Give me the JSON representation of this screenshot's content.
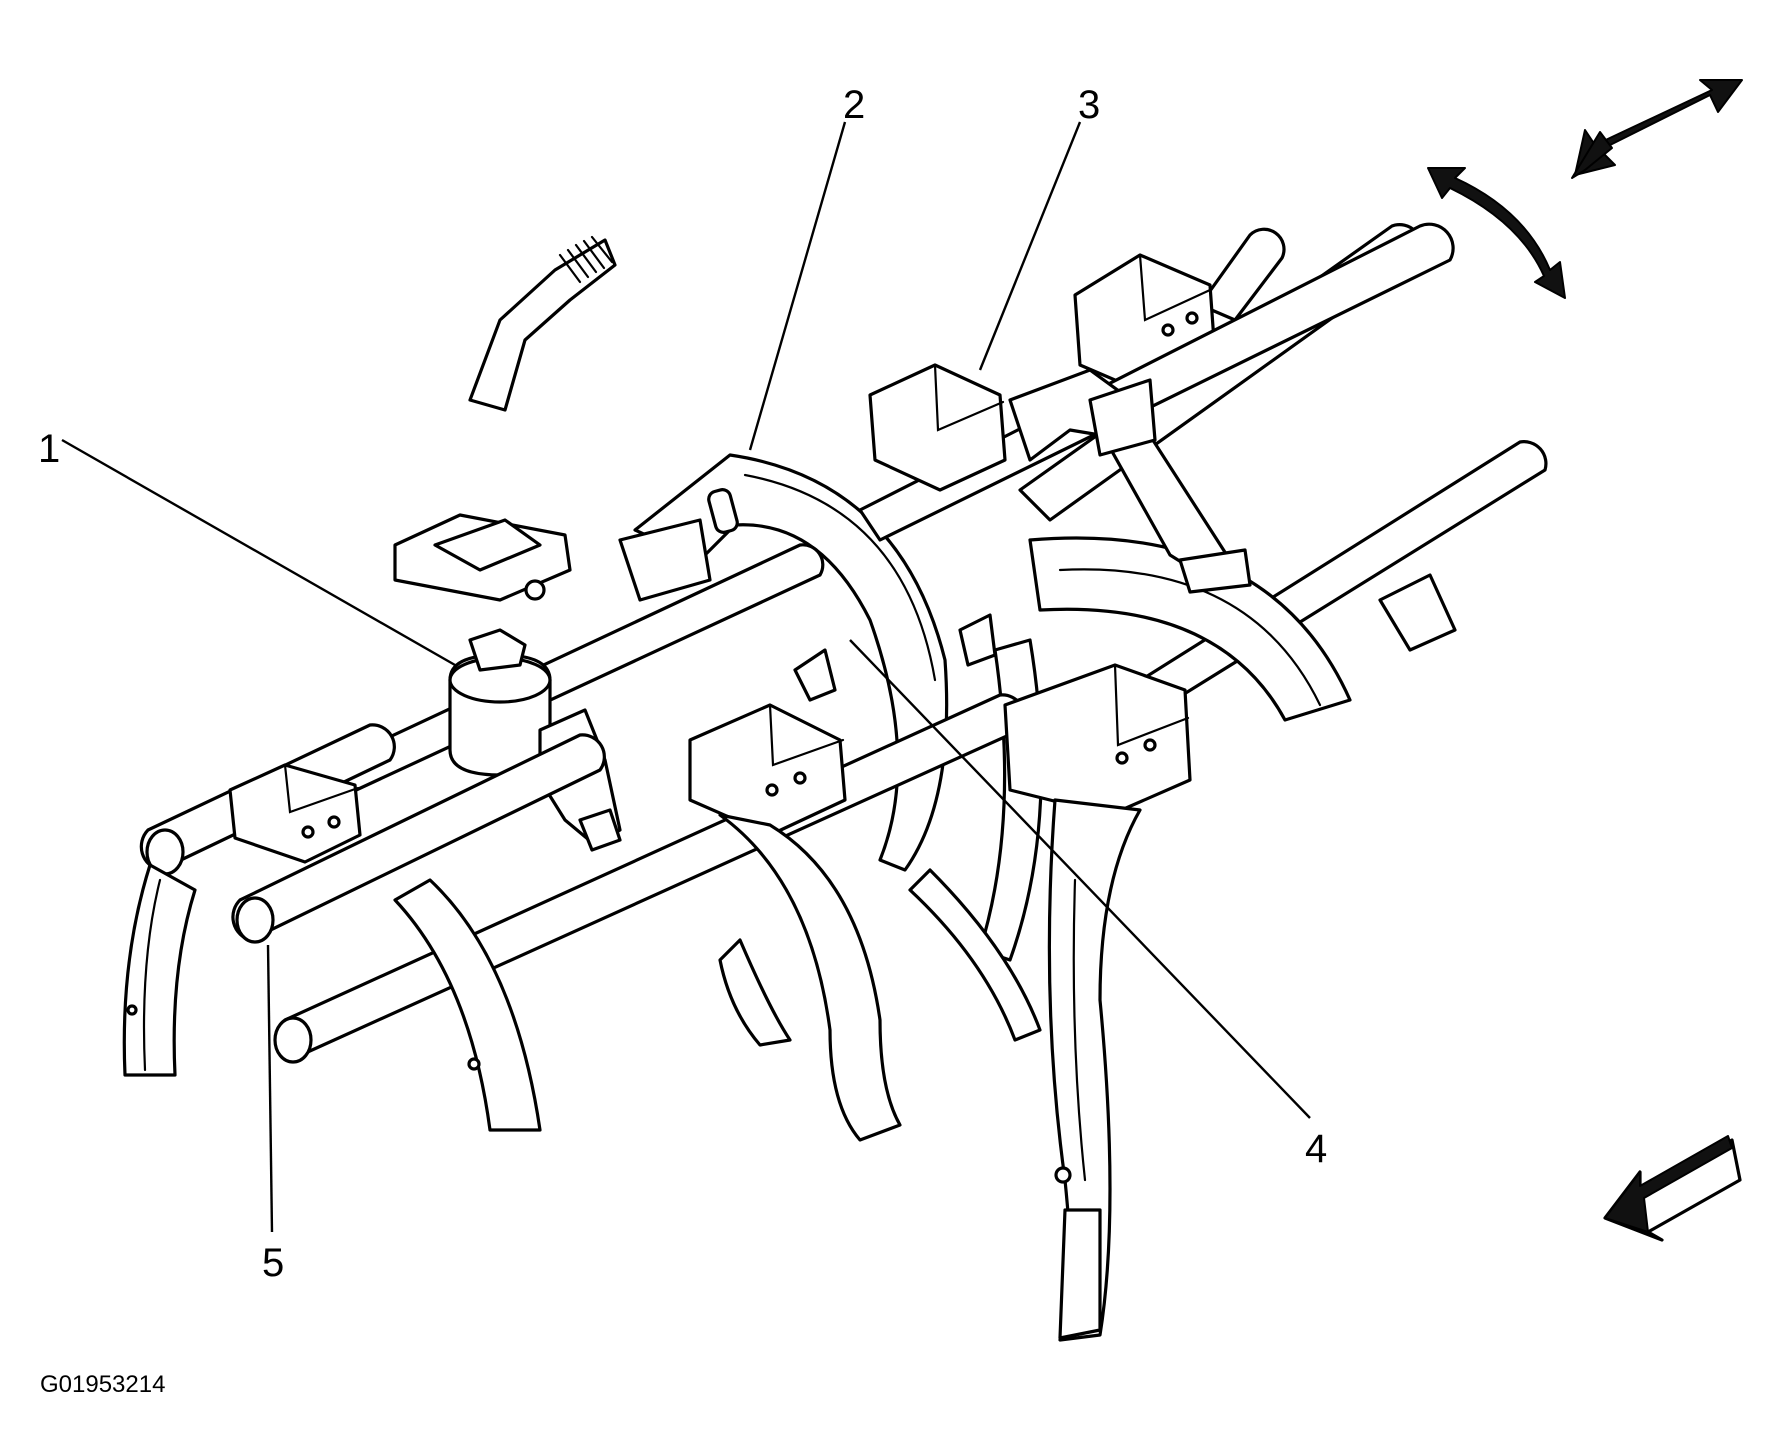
{
  "diagram": {
    "callouts": [
      "1",
      "2",
      "3",
      "4",
      "5"
    ],
    "figure_id": "G01953214",
    "icons": [
      "double-headed-straight-arrow-icon",
      "curved-double-arrow-icon",
      "front-direction-arrow-icon"
    ],
    "line_color": "#000000",
    "background_color": "#ffffff"
  }
}
